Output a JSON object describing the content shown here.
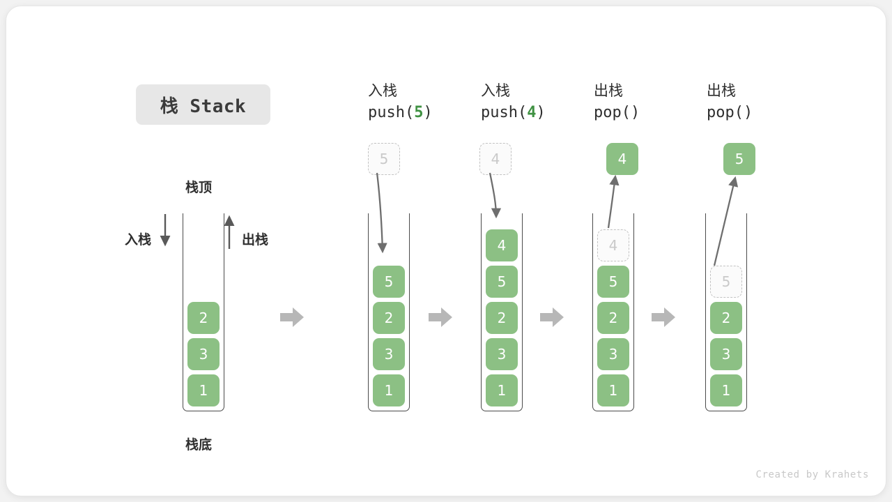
{
  "title": {
    "text": "栈 Stack"
  },
  "footer": {
    "text": "Created by Krahets"
  },
  "colors": {
    "element": "#8cc084",
    "element_text": "#ffffff",
    "ghost_border": "#c2c2c2",
    "ghost_text": "#c9c9c9",
    "accent_green": "#3f9142",
    "container_stroke": "#4a4a4a",
    "arrow_gray": "#b5b5b5",
    "curve_arrow": "#6e6e6e",
    "title_pill_bg": "#e7e7e7",
    "canvas_bg": "#f2f2f2",
    "card_bg": "#ffffff"
  },
  "initial": {
    "top_label": "栈顶",
    "bottom_label": "栈底",
    "push_label": "入栈",
    "pop_label": "出栈",
    "cells": [
      "2",
      "3",
      "1"
    ]
  },
  "steps": [
    {
      "id": "push-5",
      "cn": "入栈",
      "code_prefix": "push(",
      "code_value": "5",
      "code_suffix": ")",
      "floating": {
        "value": "5",
        "style": "ghost"
      },
      "flow": "down",
      "cells": [
        "5",
        "2",
        "3",
        "1"
      ],
      "ghost_index": -1
    },
    {
      "id": "push-4",
      "cn": "入栈",
      "code_prefix": "push(",
      "code_value": "4",
      "code_suffix": ")",
      "floating": {
        "value": "4",
        "style": "ghost"
      },
      "flow": "down",
      "cells": [
        "4",
        "5",
        "2",
        "3",
        "1"
      ],
      "ghost_index": -1
    },
    {
      "id": "pop-1",
      "cn": "出栈",
      "code_prefix": "pop(",
      "code_value": "",
      "code_suffix": ")",
      "floating": {
        "value": "4",
        "style": "solid"
      },
      "flow": "up",
      "cells": [
        "4",
        "5",
        "2",
        "3",
        "1"
      ],
      "ghost_index": 0
    },
    {
      "id": "pop-2",
      "cn": "出栈",
      "code_prefix": "pop(",
      "code_value": "",
      "code_suffix": ")",
      "floating": {
        "value": "5",
        "style": "solid"
      },
      "flow": "up",
      "cells": [
        "5",
        "2",
        "3",
        "1"
      ],
      "ghost_index": 0
    }
  ],
  "step_arrows": [
    "arrow-right-icon",
    "arrow-right-icon",
    "arrow-right-icon",
    "arrow-right-icon"
  ]
}
